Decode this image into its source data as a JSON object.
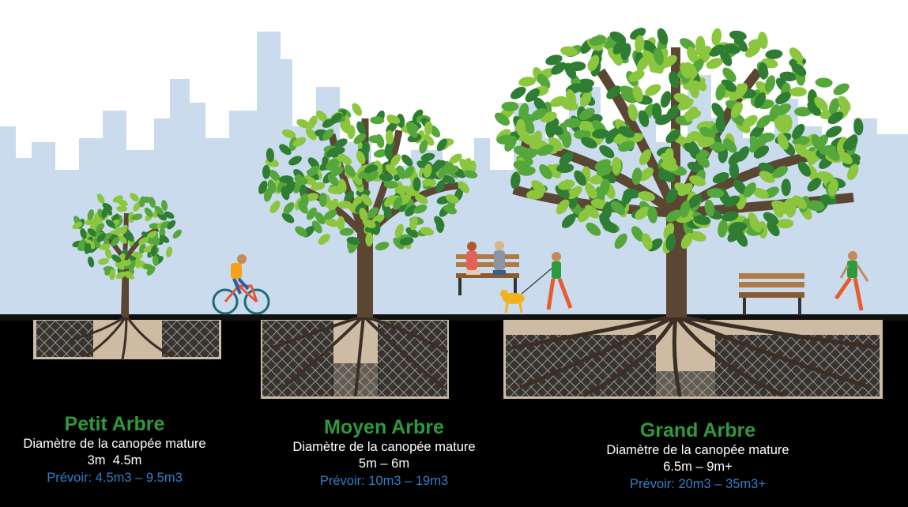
{
  "colors": {
    "sky": "#ffffff",
    "skyline": "#c9dbec",
    "ground": "#000000",
    "soil": "#cdbca3",
    "trunk": "#5a4632",
    "leaf_light": "#8cc63f",
    "leaf_mid": "#55a63b",
    "leaf_dark": "#2f7d32",
    "title_green": "#2f9a3b",
    "plan_blue": "#2f7fc8"
  },
  "icons": [
    "bicycle-rider-icon",
    "park-bench-icon",
    "seated-couple-icon",
    "dog-walker-icon",
    "jogger-icon"
  ],
  "trees": [
    {
      "title": "Petit Arbre",
      "line1": "Diamètre de la canopée mature",
      "line2": "3m  4.5m",
      "plan": "Prévoir: 4.5m3 – 9.5m3"
    },
    {
      "title": "Moyen Arbre",
      "line1": "Diamètre de la canopée mature",
      "line2": "5m – 6m",
      "plan": "Prévoir: 10m3 – 19m3"
    },
    {
      "title": "Grand Arbre",
      "line1": "Diamètre de la canopée mature",
      "line2": "6.5m – 9m+",
      "plan": "Prévoir: 20m3 – 35m3+"
    }
  ]
}
